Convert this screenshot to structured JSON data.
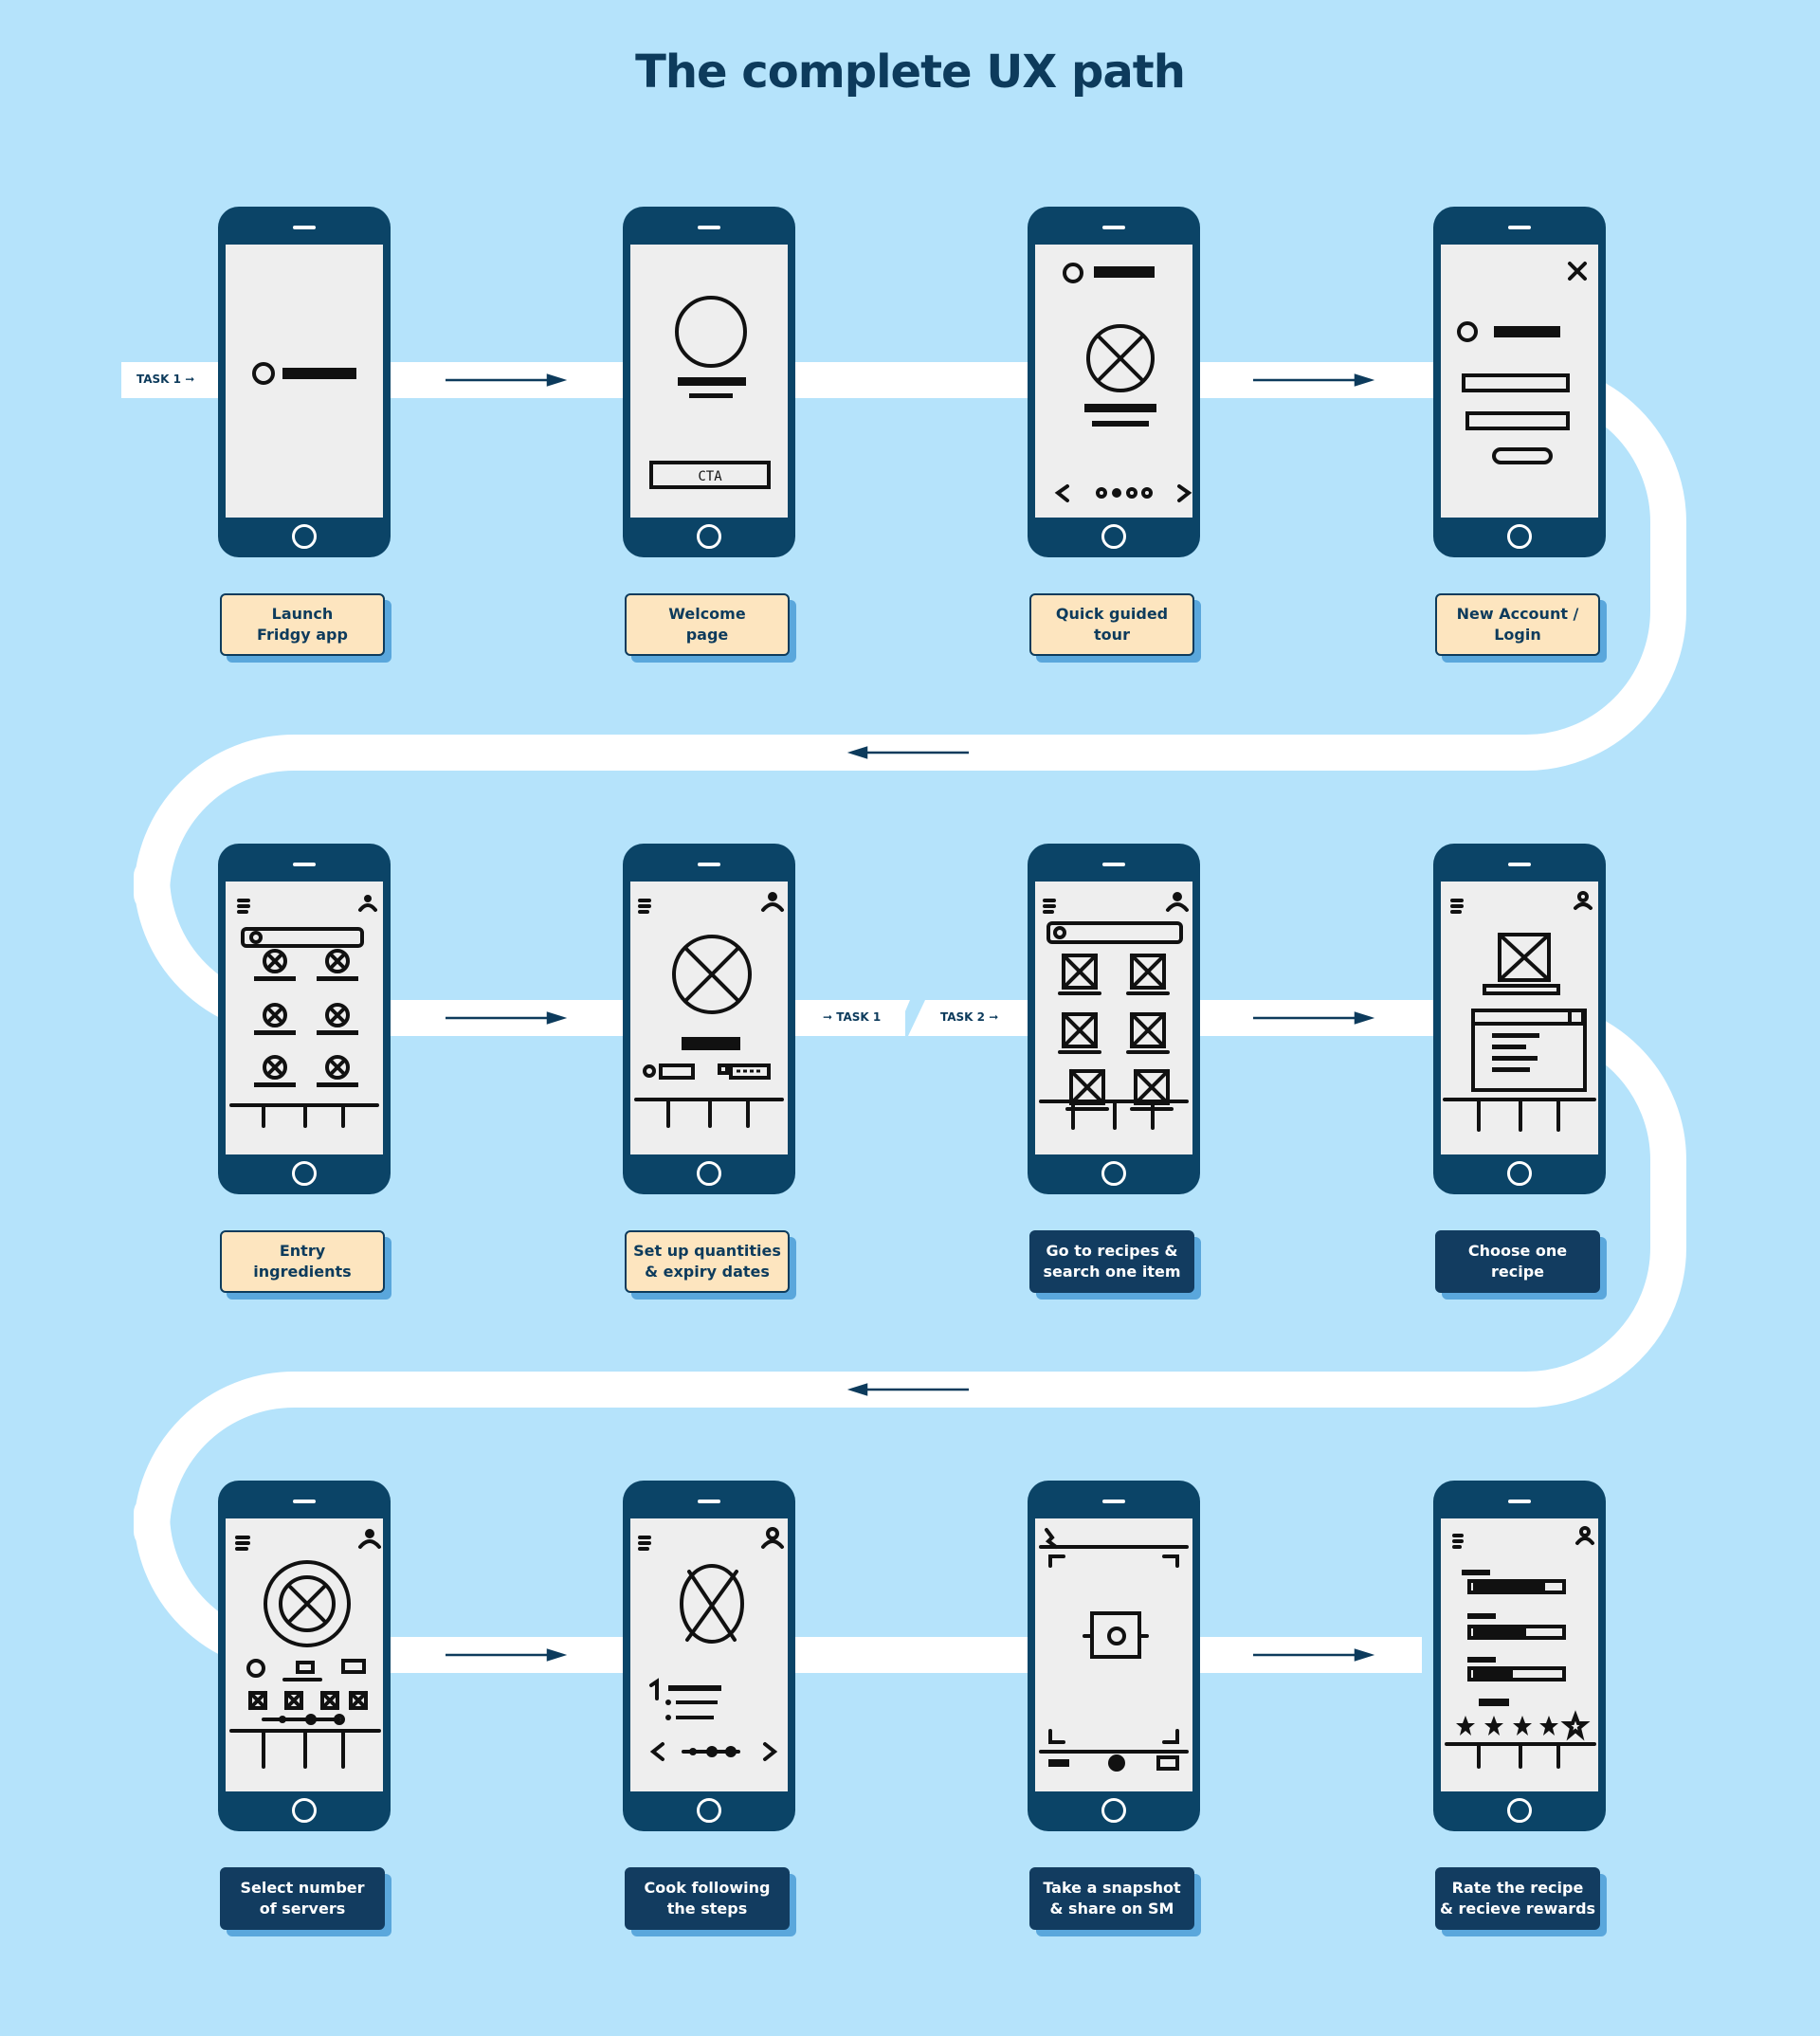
{
  "title": "The complete UX path",
  "flow": {
    "task_tags": {
      "start": "TASK 1",
      "end_task1": "TASK 1",
      "start_task2": "TASK 2"
    }
  },
  "steps": [
    {
      "label": "Launch\nFridgy app",
      "task": 1,
      "screen": "splash-screen"
    },
    {
      "label": "Welcome\npage",
      "task": 1,
      "screen": "welcome-screen"
    },
    {
      "label": "Quick guided\ntour",
      "task": 1,
      "screen": "tour-screen"
    },
    {
      "label": "New Account /\nLogin",
      "task": 1,
      "screen": "login-screen"
    },
    {
      "label": "Entry\ningredients",
      "task": 1,
      "screen": "ingredients-screen"
    },
    {
      "label": "Set up quantities\n& expiry dates",
      "task": 1,
      "screen": "quantities-screen"
    },
    {
      "label": "Go to recipes &\nsearch one item",
      "task": 2,
      "screen": "recipes-search-screen"
    },
    {
      "label": "Choose one\nrecipe",
      "task": 2,
      "screen": "recipe-detail-screen"
    },
    {
      "label": "Select number\nof servers",
      "task": 2,
      "screen": "servings-screen"
    },
    {
      "label": "Cook following\nthe steps",
      "task": 2,
      "screen": "cooking-steps-screen"
    },
    {
      "label": "Take a snapshot\n& share on SM",
      "task": 2,
      "screen": "camera-screen"
    },
    {
      "label": "Rate the recipe\n& recieve rewards",
      "task": 2,
      "screen": "rating-screen"
    }
  ],
  "colors": {
    "background": "#b5e3fb",
    "path": "#ffffff",
    "phone": "#0b4467",
    "task1_label": "#fde5bf",
    "task2_label": "#123c60",
    "label_shadow": "#5aa7dc",
    "title": "#0d3b5c"
  }
}
